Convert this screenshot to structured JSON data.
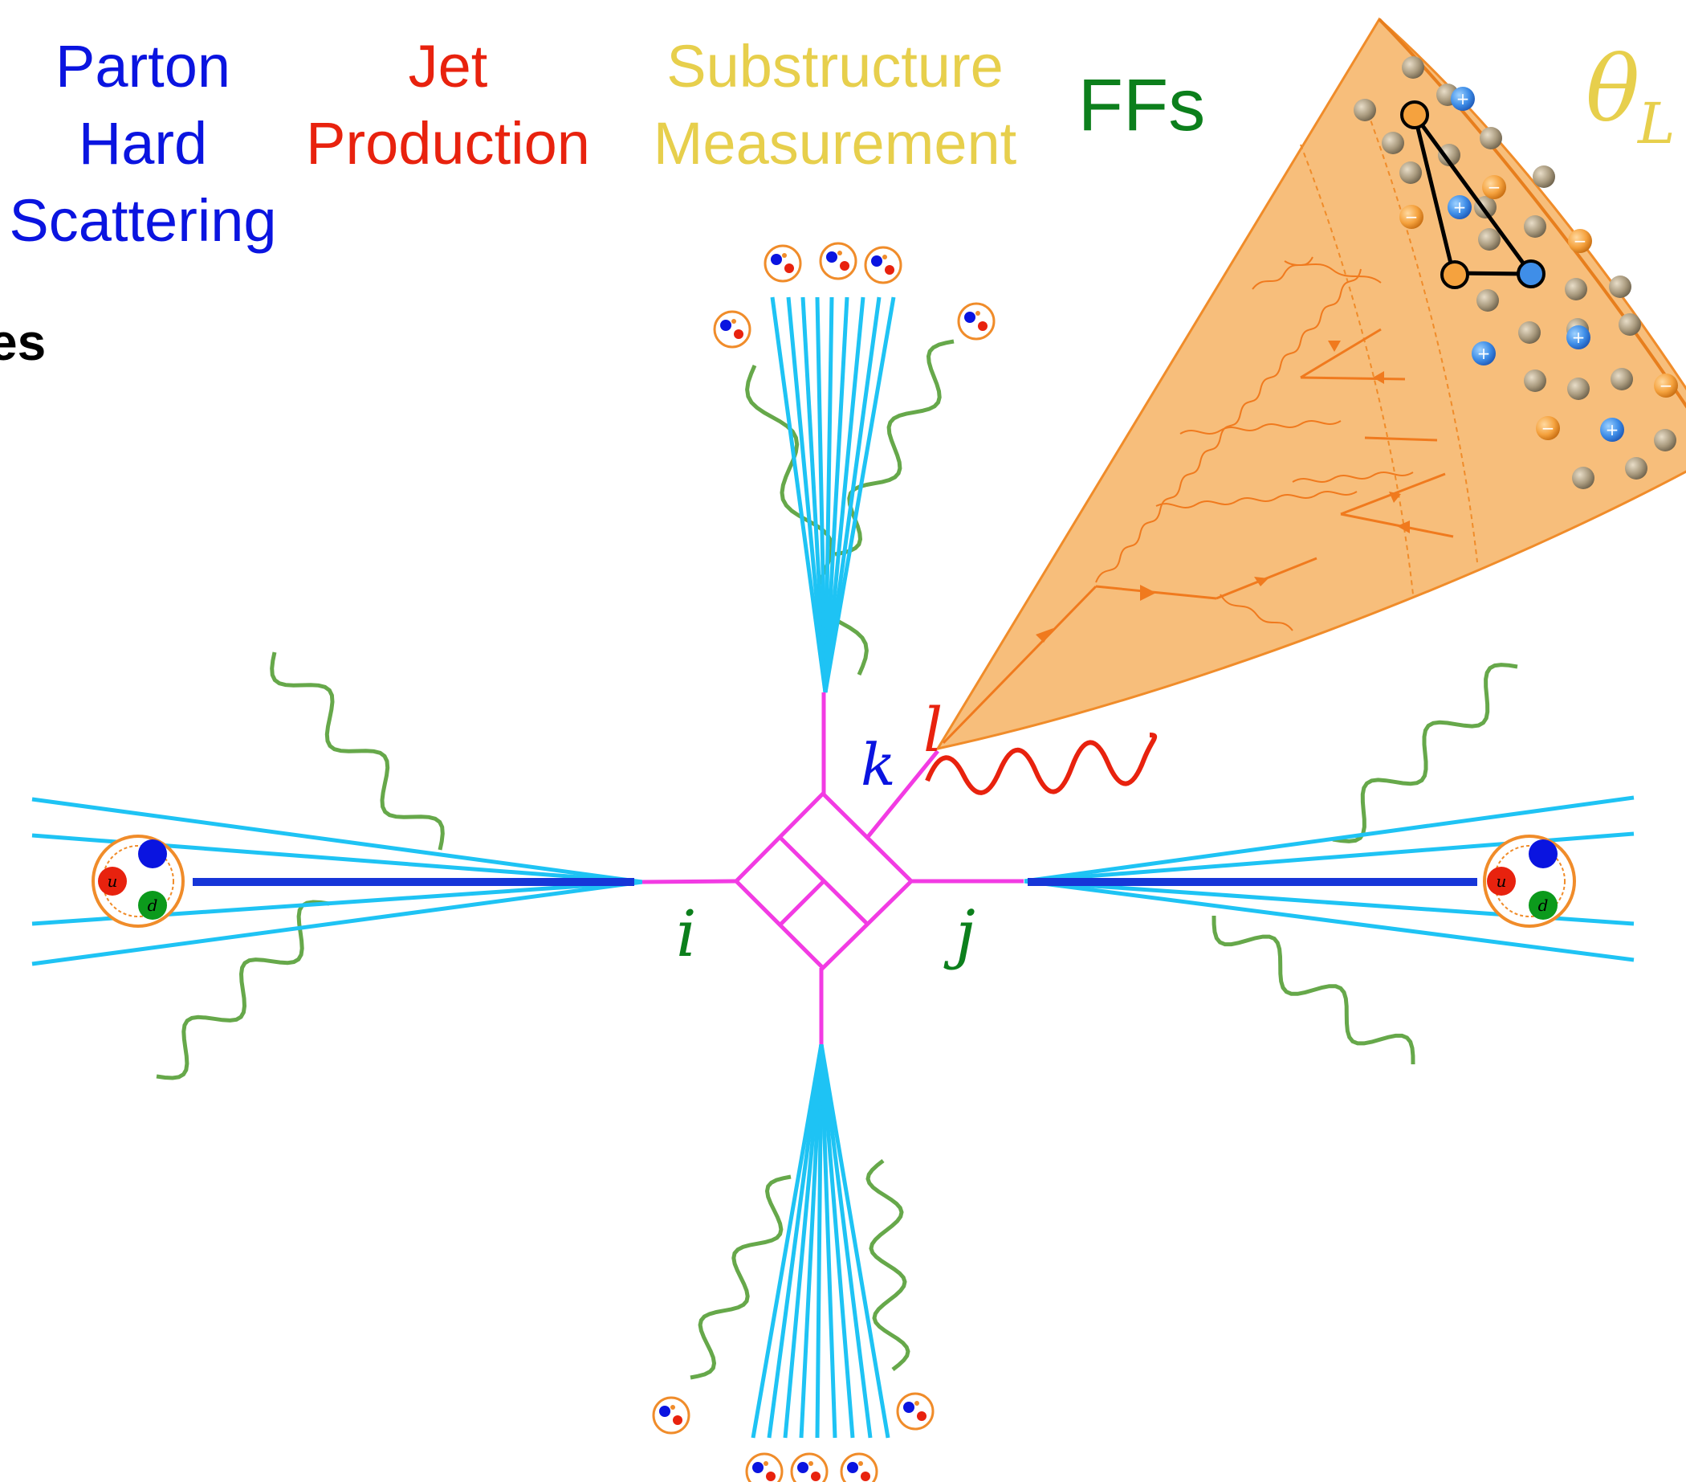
{
  "colors": {
    "parton": "#0a14e0",
    "jet": "#e8220e",
    "substructure": "#e7cf4c",
    "ffs": "#0c7f1c",
    "jet_line": "#1ec3f4",
    "beam_line": "#1636d8",
    "vertex": "#f23be3",
    "radiation": "#66a84a",
    "photon": "#e8220e",
    "cone_fill": "#f6b870",
    "cone_edge": "#f08c2a",
    "black": "#000000"
  },
  "header": {
    "parton_hard_scattering": [
      "Parton",
      "Hard",
      "Scattering"
    ],
    "jet_production": [
      "Jet",
      "Production"
    ],
    "substructure_measurement": [
      "Substructure",
      "Measurement"
    ],
    "ffs": "FFs",
    "left_fragment": "es"
  },
  "theta_label": {
    "symbol": "θ",
    "subscript": "L"
  },
  "vertex_labels": {
    "i": "i",
    "j": "j",
    "k": "k",
    "l": "l"
  },
  "proton_quarks": {
    "u": "u",
    "d": "d"
  },
  "cone": {
    "hadron_marks": {
      "plus": "+",
      "minus": "−"
    }
  },
  "icons": [
    "proton-icon",
    "quark-u-icon",
    "quark-d-icon",
    "hadron-icon",
    "positive-hadron-icon",
    "negative-hadron-icon",
    "neutral-hadron-icon",
    "gluon-icon",
    "photon-icon"
  ]
}
